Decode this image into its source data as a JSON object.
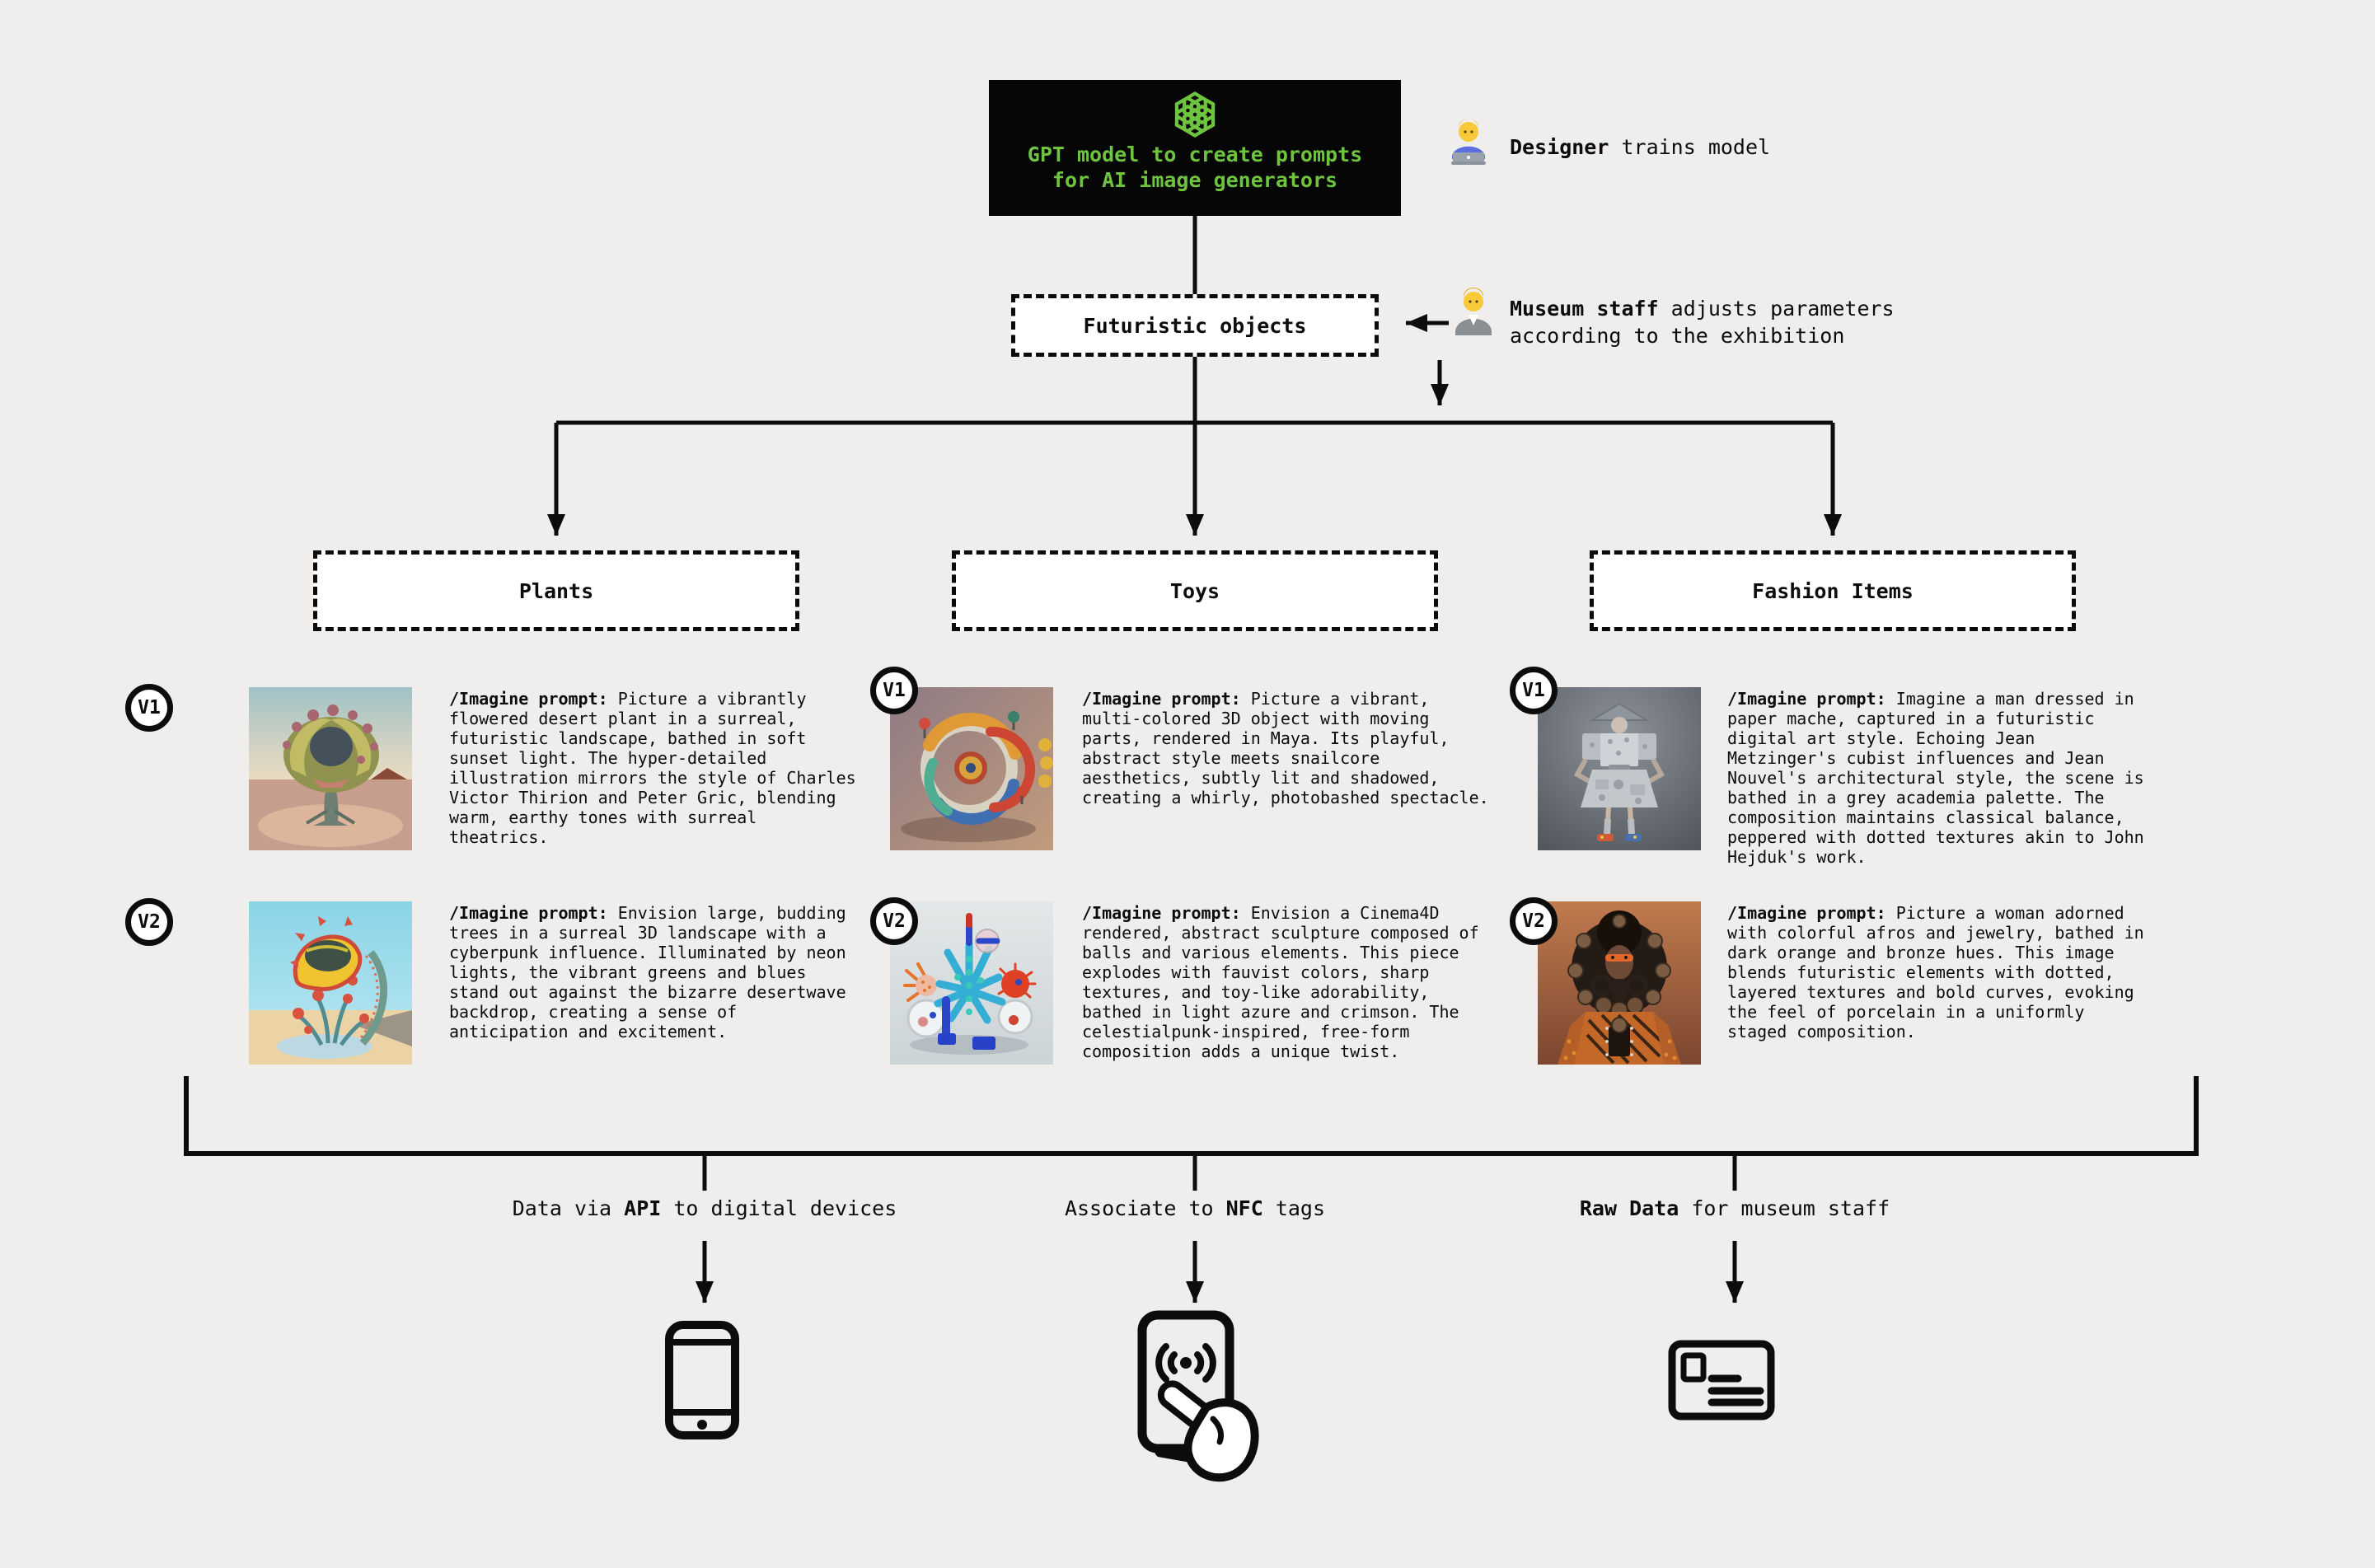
{
  "colors": {
    "background": "#efeeec",
    "panel_black": "#060606",
    "accent_green": "#6ec43f",
    "ink": "#0c0c0c",
    "white": "#ffffff"
  },
  "gpt_box": {
    "icon": "openai-logo",
    "line1": "GPT model to create prompts",
    "line2": "for AI image generators"
  },
  "annotations": {
    "designer": {
      "emoji": "person-technologist",
      "bold": "Designer",
      "text": " trains model"
    },
    "museum": {
      "emoji": "person-office-worker",
      "bold": "Museum staff",
      "text": " adjusts parameters according to the exhibition"
    }
  },
  "funnel": {
    "label": "Futuristic objects"
  },
  "categories": [
    {
      "label": "Plants",
      "versions": [
        {
          "badge": "V1",
          "image_desc": "Surreal artichoke-like desert plant with pink pompom flowers at sunset",
          "prompt_label": "/Imagine prompt:",
          "prompt": "Picture a vibrantly flowered desert plant in a surreal, futuristic landscape, bathed in soft sunset light. The hyper-detailed illustration mirrors the style of Charles Victor Thirion and Peter Gric, blending warm, earthy tones with surreal theatrics."
        },
        {
          "badge": "V2",
          "image_desc": "Yellow carnivorous plant with red buds and teal stems in a cyan desert",
          "prompt_label": "/Imagine prompt:",
          "prompt": "Envision large, budding trees in a surreal 3D landscape with a cyberpunk influence. Illuminated by neon lights, the vibrant greens and blues stand out against the bizarre desertwave backdrop, creating a sense of anticipation and excitement."
        }
      ]
    },
    {
      "label": "Toys",
      "versions": [
        {
          "badge": "V1",
          "image_desc": "Colorful interlocking 3D ribbon toy with spinning parts",
          "prompt_label": "/Imagine prompt:",
          "prompt": "Picture a vibrant, multi-colored 3D object with moving parts, rendered in Maya. Its playful, abstract style meets snailcore aesthetics, subtly lit and shadowed, creating a whirly, photobashed spectacle."
        },
        {
          "badge": "V2",
          "image_desc": "Blue spiky abstract toy sculpture with red spiked balls and glass spheres",
          "prompt_label": "/Imagine prompt:",
          "prompt": "Envision a Cinema4D rendered, abstract sculpture composed of balls and various elements. This piece explodes with fauvist colors, sharp textures, and toy-like adorability, bathed in light azure and crimson. The celestialpunk-inspired, free-form composition adds a unique twist."
        }
      ]
    },
    {
      "label": "Fashion Items",
      "versions": [
        {
          "badge": "V1",
          "image_desc": "Man dressed in grey paper-mache outfit with wide conical hat",
          "prompt_label": "/Imagine prompt:",
          "prompt": "Imagine a man dressed in paper mache, captured in a futuristic digital art style. Echoing Jean Metzinger's cubist influences and Jean Nouvel's architectural style, the scene is bathed in a grey academia palette. The composition maintains classical balance, peppered with dotted textures akin to John Hejduk's work."
        },
        {
          "badge": "V2",
          "image_desc": "Woman with dark disc-studded afro headdress and orange patterned garment",
          "prompt_label": "/Imagine prompt:",
          "prompt": "Picture a woman adorned with colorful afros and jewelry, bathed in dark orange and bronze hues. This image blends futuristic elements with dotted, layered textures and bold curves, evoking the feel of porcelain in a uniformly staged composition."
        }
      ]
    }
  ],
  "outputs": [
    {
      "pre": "Data via ",
      "bold": "API",
      "post": " to digital devices",
      "icon": "smartphone-icon"
    },
    {
      "pre": "Associate to ",
      "bold": "NFC",
      "post": " tags",
      "icon": "nfc-tap-icon"
    },
    {
      "pre": "",
      "bold": "Raw Data",
      "post": " for museum staff",
      "icon": "postcard-icon"
    }
  ]
}
